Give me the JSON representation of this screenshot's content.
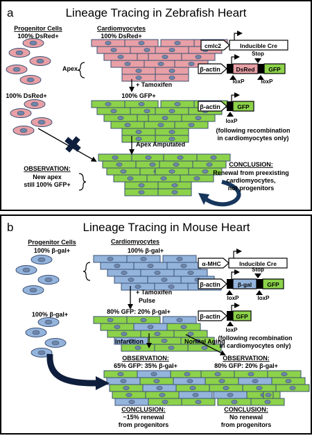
{
  "panel_a": {
    "letter": "a",
    "title": "Lineage Tracing in Zebrafish Heart",
    "progenitor_label": "Progenitor Cells",
    "progenitor_pct": "100% DsRed+",
    "cardio_label": "Cardiomyocytes",
    "cardio_pct": "100% DsRed+",
    "apex": "Apex",
    "tamoxifen": "+ Tamoxifen",
    "gfp_pct": "100% GFP+",
    "progenitor_pct2": "100% DsRed+",
    "apex_amputated": "Apex Amputated",
    "obs_title": "OBSERVATION:",
    "obs_line1": "New apex",
    "obs_line2": "still 100% GFP+",
    "concl_title": "CONCLUSION:",
    "concl_line1": "Renewal from preexisting",
    "concl_line2": "cardiomyocytes,",
    "concl_line3": "not progenitors",
    "construct_promoter1": "cmlc2",
    "construct_gene1": "Inducible Cre",
    "construct_promoter2": "β-actin",
    "construct_reporter": "DsRed",
    "construct_gfp": "GFP",
    "stop": "Stop",
    "loxp": "loxP",
    "construct_promoter3": "β-actin",
    "construct_gfp2": "GFP",
    "loxp2": "loxP",
    "note1": "(following recombination",
    "note2": "in cardiomyocytes only)"
  },
  "panel_b": {
    "letter": "b",
    "title": "Lineage Tracing in Mouse Heart",
    "progenitor_label": "Progenitor Cells",
    "progenitor_pct": "100% β-gal+",
    "cardio_label": "Cardiomyocytes",
    "cardio_pct": "100% β-gal+",
    "tamoxifen1": "+ Tamoxifen",
    "tamoxifen2": "Pulse",
    "mix_pct": "80% GFP: 20% β-gal+",
    "progenitor_pct2": "100% β-gal+",
    "infarction": "Infarction",
    "normal_aging": "Normal Aging",
    "obs_title_left": "OBSERVATION:",
    "obs_left": "65% GFP: 35% β-gal+",
    "obs_title_right": "OBSERVATION:",
    "obs_right": "80% GFP: 20% β-gal+",
    "concl_title_left": "CONCLUSION:",
    "concl_left1": "~15% renewal",
    "concl_left2": "from progenitors",
    "concl_title_right": "CONCLUSION:",
    "concl_right1": "No renewal",
    "concl_right2": "from progenitors",
    "construct_promoter1": "α-MHC",
    "construct_gene1": "Inducible Cre",
    "construct_promoter2": "β-actin",
    "construct_reporter": "β-gal",
    "construct_gfp": "GFP",
    "stop": "Stop",
    "loxp": "loxP",
    "loxp_b": "loxP",
    "construct_promoter3": "β-actin",
    "construct_gfp2": "GFP",
    "loxp2": "loxP",
    "note1": "(following recombination",
    "note2": "in cardiomyocytes only)"
  },
  "colors": {
    "dsred": "#e8a0a6",
    "gfp": "#8cd24a",
    "bgal": "#94b4dc",
    "nucleus": "#6f86a8",
    "cell_stroke": "#3a4f73"
  }
}
